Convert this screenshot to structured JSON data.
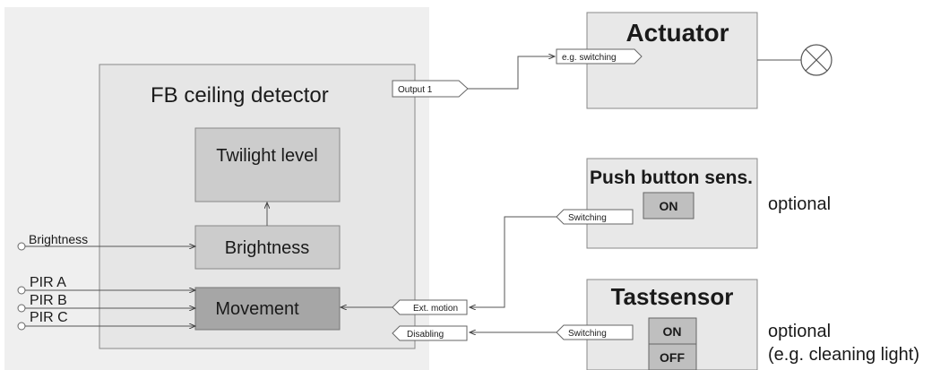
{
  "function_block": {
    "title": "FB ceiling detector",
    "twilight_label": "Twilight level",
    "brightness_label": "Brightness",
    "movement_label": "Movement"
  },
  "inputs": {
    "brightness": "Brightness",
    "pir_a": "PIR A",
    "pir_b": "PIR B",
    "pir_c": "PIR C"
  },
  "objects": {
    "output1": "Output 1",
    "ext_motion": "Ext. motion",
    "disabling": "Disabling",
    "actuator_input": "e.g. switching",
    "push_switching": "Switching",
    "tast_switching": "Switching"
  },
  "actuator": {
    "title": "Actuator"
  },
  "push_button": {
    "title": "Push button sens.",
    "on_label": "ON",
    "note": "optional"
  },
  "tastsensor": {
    "title": "Tastsensor",
    "on_label": "ON",
    "off_label": "OFF",
    "note": "optional",
    "note2": "(e.g. cleaning light)"
  },
  "colors": {
    "outer_bg": "#efefef",
    "block_bg": "#e6e6e6",
    "sub_block": "#cccccc",
    "movement_block": "#a6a6a6",
    "device_bg": "#e8e8e8",
    "button_bg": "#bfbfbf",
    "line": "#555555"
  }
}
